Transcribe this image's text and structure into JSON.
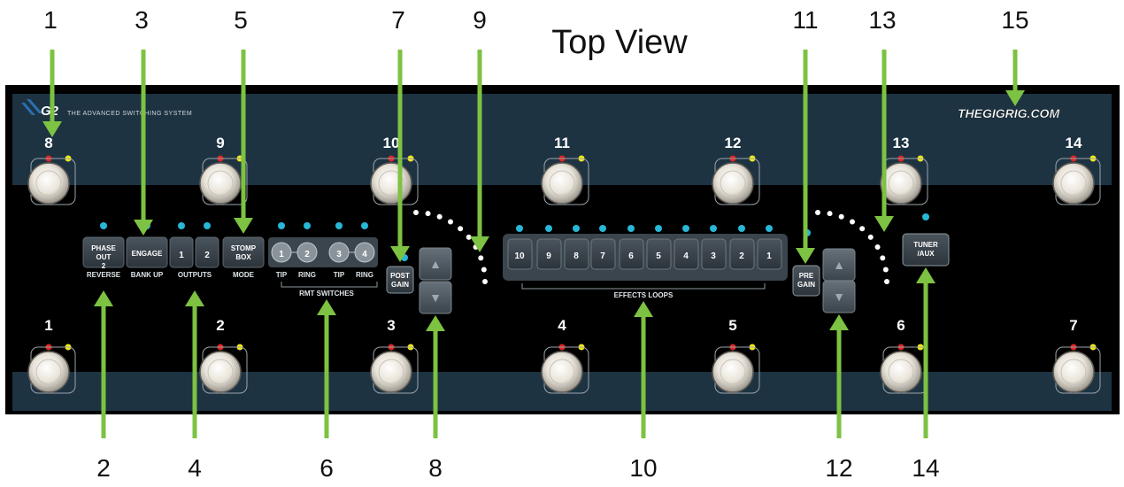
{
  "title": "Top View",
  "callouts": [
    "1",
    "2",
    "3",
    "4",
    "5",
    "6",
    "7",
    "8",
    "9",
    "10",
    "11",
    "12",
    "13",
    "14",
    "15"
  ],
  "header": {
    "brand_logo_text": "G2",
    "tagline": "THE ADVANCED SWITCHING SYSTEM",
    "gigrig_logo_text": "THEGIGRIG.COM"
  },
  "footswitches": {
    "top": [
      "8",
      "9",
      "10",
      "11",
      "12",
      "13",
      "14"
    ],
    "bottom": [
      "1",
      "2",
      "3",
      "4",
      "5",
      "6",
      "7"
    ]
  },
  "buttons": {
    "phase_out": "PHASE OUT 2",
    "reverse": "REVERSE",
    "engage": "ENGAGE",
    "bank_up": "BANK UP",
    "output1": "1",
    "output2": "2",
    "outputs": "OUTPUTS",
    "stomp_box": "STOMP BOX",
    "mode": "MODE",
    "rmt": [
      "1",
      "2",
      "3",
      "4"
    ],
    "rmt_sub": [
      "TIP",
      "RING",
      "TIP",
      "RING"
    ],
    "rmt_switches": "RMT SWITCHES",
    "post_gain": "POST GAIN",
    "effects_loops": [
      "10",
      "9",
      "8",
      "7",
      "6",
      "5",
      "4",
      "3",
      "2",
      "1"
    ],
    "effects_loops_label": "EFFECTS LOOPS",
    "pre_gain": "PRE GAIN",
    "tuner_aux": "TUNER /AUX",
    "arrow_up": "▲",
    "arrow_down": "▼"
  },
  "colors": {
    "panel": "#000000",
    "band": "#1d3342",
    "arrow": "#7dc242",
    "led_cyan": "#28b7d6",
    "led_red": "#e02424",
    "led_yellow": "#f2e81c"
  }
}
